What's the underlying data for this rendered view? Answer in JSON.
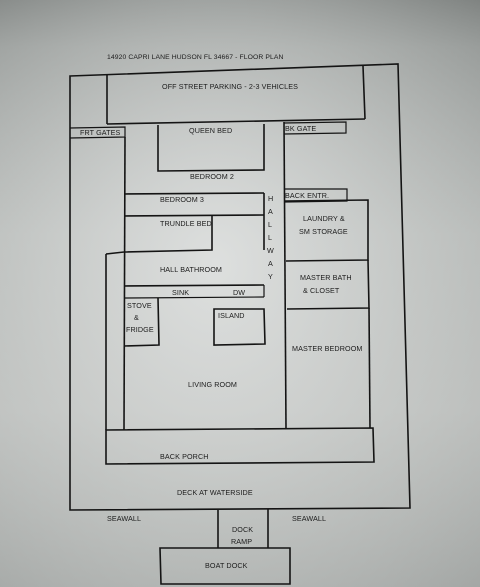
{
  "title": "14920 CAPRI LANE HUDSON FL 34667 - FLOOR PLAN",
  "rooms": {
    "off_street_parking": "OFF STREET PARKING - 2-3 VEHICLES",
    "frt_gates": "FRT GATES",
    "queen_bed": "QUEEN BED",
    "bk_gate": "BK GATE",
    "bedroom2": "BEDROOM 2",
    "bedroom3": "BEDROOM 3",
    "back_entr": "BACK ENTR.",
    "trundle_bed": "TRUNDLE BED",
    "laundry_line1": "LAUNDRY &",
    "laundry_line2": "SM STORAGE",
    "hallway_letters": [
      "H",
      "A",
      "L",
      "L",
      "W",
      "A",
      "Y"
    ],
    "hall_bathroom": "HALL BATHROOM",
    "master_bath_line1": "MASTER BATH",
    "master_bath_line2": "& CLOSET",
    "sink": "SINK",
    "dw": "DW",
    "stove_line1": "STOVE",
    "stove_line2": "&",
    "stove_line3": "FRIDGE",
    "island": "ISLAND",
    "master_bedroom": "MASTER BEDROOM",
    "living_room": "LIVING ROOM",
    "back_porch": "BACK PORCH",
    "deck": "DECK AT WATERSIDE",
    "seawall_left": "SEAWALL",
    "seawall_right": "SEAWALL",
    "dock_ramp_line1": "DOCK",
    "dock_ramp_line2": "RAMP",
    "boat_dock": "BOAT DOCK"
  }
}
